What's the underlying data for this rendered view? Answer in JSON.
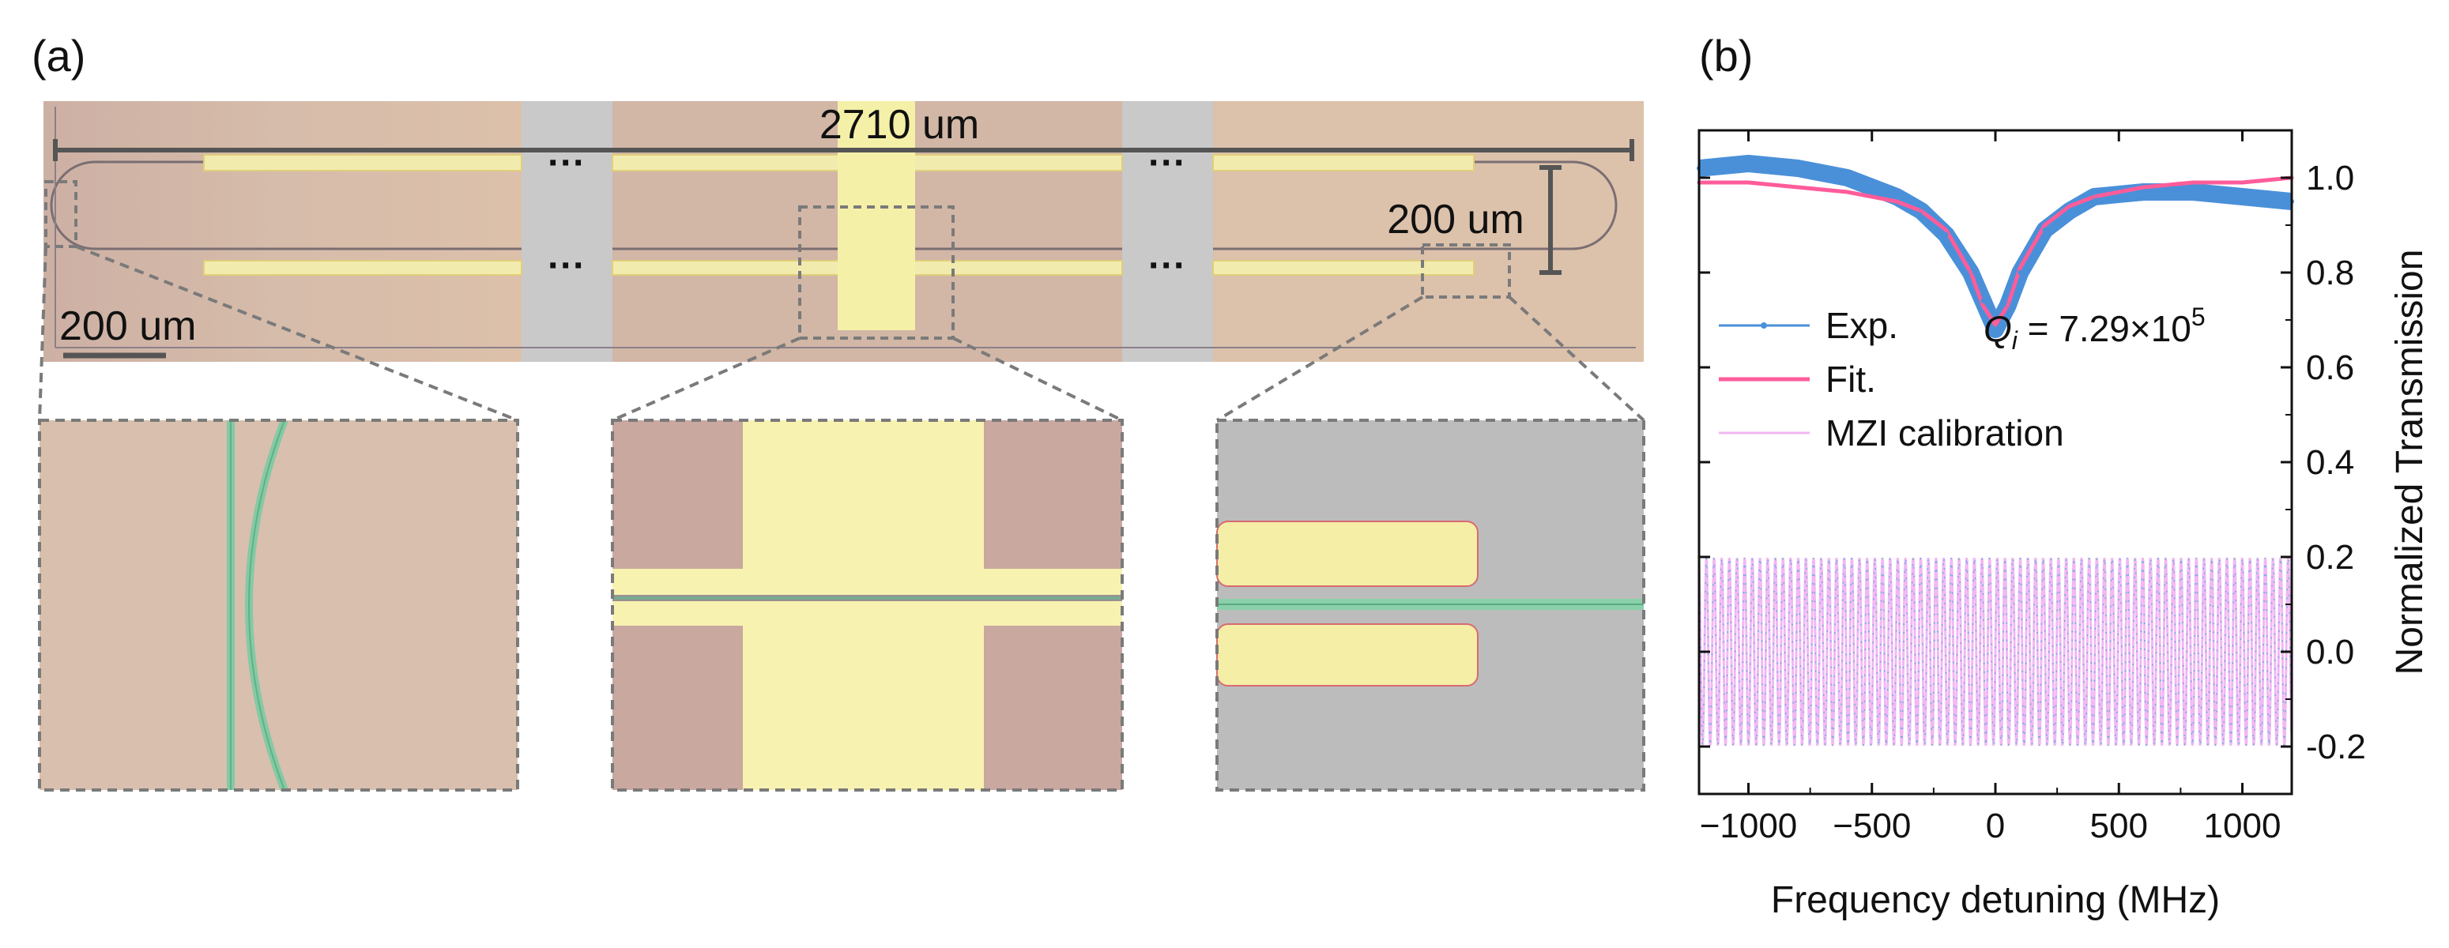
{
  "panel_a": {
    "label": "(a)",
    "length_label": "2710 um",
    "height_label": "200 um",
    "scalebar_label": "200 um",
    "ellipsis": "···",
    "colors": {
      "substrate": "#cfb3a4",
      "electrode": "#f4eea8",
      "gap": "#c9c9c9",
      "waveguide": "#7fc6a4",
      "dash": "#7a7a7a"
    }
  },
  "chart_data": {
    "type": "line",
    "panel_label": "(b)",
    "xlabel": "Frequency detuning (MHz)",
    "ylabel": "Normalized Transmission",
    "xlim": [
      -1200,
      1200
    ],
    "ylim": [
      -0.3,
      1.1
    ],
    "xticks": [
      -1000,
      -500,
      0,
      500,
      1000
    ],
    "xtick_labels": [
      "−1000",
      "−500",
      "0",
      "500",
      "1000"
    ],
    "yticks": [
      -0.2,
      0.0,
      0.2,
      0.4,
      0.6,
      0.8,
      1.0
    ],
    "ytick_labels": [
      "-0.2",
      "0.0",
      "0.2",
      "0.4",
      "0.6",
      "0.8",
      "1.0"
    ],
    "y_axis_side": "right",
    "annotation": "Q_i = 7.29×10^5",
    "annotation_parts": {
      "q": "Q",
      "sub": "i",
      "eq": " = 7.29×10",
      "sup": "5"
    },
    "legend": {
      "placement": "left-middle",
      "entries": [
        {
          "label": "Exp.",
          "color": "#4a90d9"
        },
        {
          "label": "Fit.",
          "color": "#ff5c9a"
        },
        {
          "label": "MZI calibration",
          "color": "#f2b8f2"
        }
      ]
    },
    "series": [
      {
        "name": "Exp.",
        "color": "#4a90d9",
        "x": [
          -1200,
          -1000,
          -800,
          -600,
          -400,
          -300,
          -200,
          -100,
          -50,
          0,
          50,
          100,
          200,
          300,
          400,
          600,
          800,
          1000,
          1200
        ],
        "y": [
          1.02,
          1.03,
          1.02,
          1.0,
          0.96,
          0.93,
          0.88,
          0.8,
          0.74,
          0.68,
          0.73,
          0.8,
          0.89,
          0.93,
          0.96,
          0.97,
          0.97,
          0.96,
          0.95
        ]
      },
      {
        "name": "Fit.",
        "color": "#ff5c9a",
        "x": [
          -1200,
          -1000,
          -800,
          -600,
          -400,
          -300,
          -200,
          -100,
          -50,
          0,
          50,
          100,
          200,
          300,
          400,
          600,
          800,
          1000,
          1200
        ],
        "y": [
          0.99,
          0.99,
          0.98,
          0.97,
          0.95,
          0.93,
          0.89,
          0.8,
          0.73,
          0.69,
          0.73,
          0.81,
          0.9,
          0.94,
          0.96,
          0.98,
          0.99,
          0.99,
          1.0
        ]
      },
      {
        "name": "MZI calibration",
        "color": "#f2b8f2",
        "amplitude": 0.2,
        "center": 0.0,
        "period_mhz": 31
      }
    ]
  }
}
